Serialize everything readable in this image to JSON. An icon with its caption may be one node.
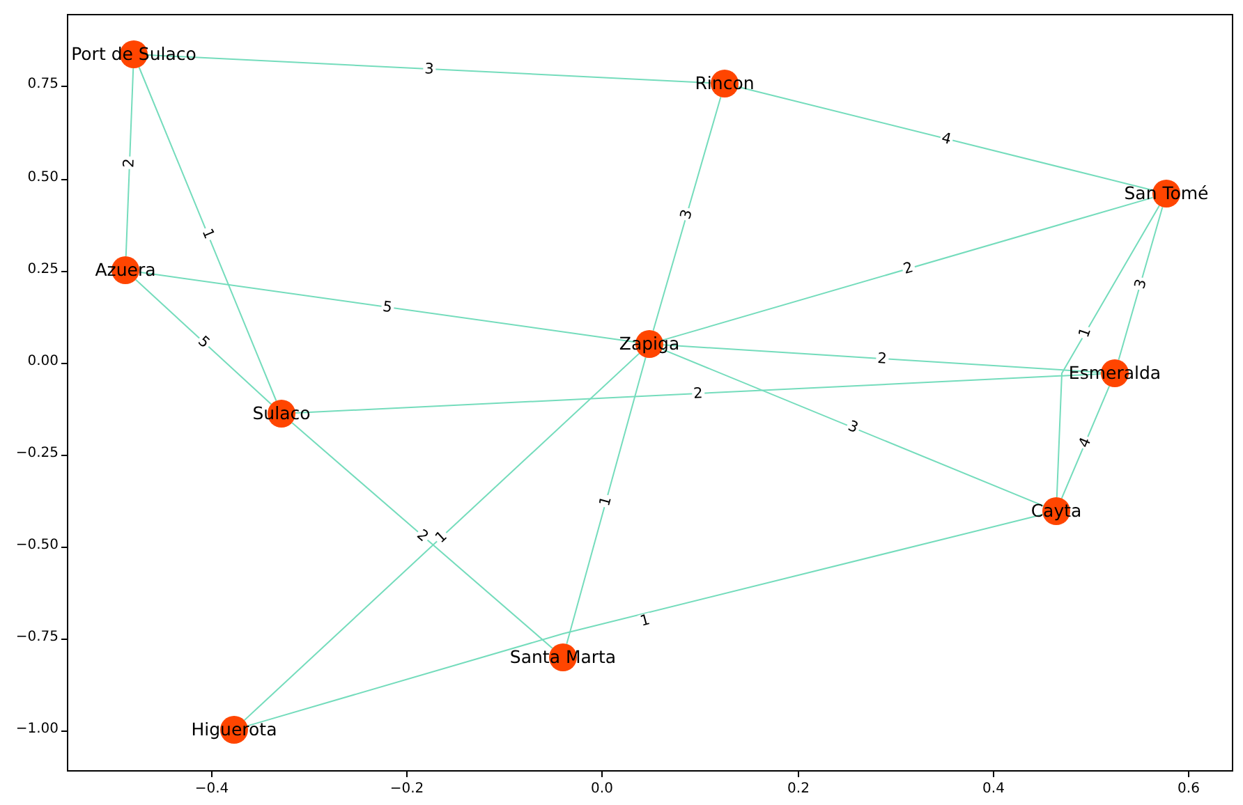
{
  "diagram": {
    "nodes": [
      {
        "text": [
          "Port de Sulaco"
        ]
      },
      {
        "text": [
          "Rincon"
        ]
      },
      {
        "text": [
          "San Tomé"
        ]
      },
      {
        "text": [
          "Azuera"
        ]
      },
      {
        "text": [
          "Zapiga"
        ]
      },
      {
        "text": [
          "Esmeralda"
        ]
      },
      {
        "text": [
          "Sulaco"
        ]
      },
      {
        "text": [
          "Cayta"
        ]
      },
      {
        "text": [
          "Santa Marta"
        ]
      },
      {
        "text": [
          "Higuerota"
        ]
      }
    ],
    "edges": [
      {
        "from": 0,
        "to": 1,
        "arrow": "none",
        "label": "3"
      },
      {
        "from": 1,
        "to": 2,
        "arrow": "none",
        "label": "4"
      },
      {
        "from": 0,
        "to": 3,
        "arrow": "none",
        "label": "2"
      },
      {
        "from": 0,
        "to": 6,
        "arrow": "none",
        "label": "1"
      },
      {
        "from": 1,
        "to": 4,
        "arrow": "none",
        "label": "3"
      },
      {
        "from": 4,
        "to": 2,
        "arrow": "none",
        "label": "2"
      },
      {
        "from": 3,
        "to": 4,
        "arrow": "none",
        "label": "5"
      },
      {
        "from": 4,
        "to": 5,
        "arrow": "none",
        "label": "2"
      },
      {
        "from": 3,
        "to": 6,
        "arrow": "none",
        "label": "5"
      },
      {
        "from": 6,
        "to": 5,
        "arrow": "none",
        "label": "2"
      },
      {
        "from": 4,
        "to": 7,
        "arrow": "none",
        "label": "3"
      },
      {
        "from": 2,
        "to": 7,
        "arrow": "none",
        "label": "1"
      },
      {
        "from": 2,
        "to": 5,
        "arrow": "none",
        "label": "3"
      },
      {
        "from": 5,
        "to": 7,
        "arrow": "none",
        "label": "4"
      },
      {
        "from": 6,
        "to": 8,
        "arrow": "none",
        "label": "2"
      },
      {
        "from": 4,
        "to": 9,
        "arrow": "none",
        "label": "1"
      },
      {
        "from": 4,
        "to": 8,
        "arrow": "none",
        "label": "1"
      },
      {
        "from": 9,
        "to": 7,
        "arrow": "none",
        "label": "1"
      }
    ],
    "labels": [
      "0.75",
      "0.50",
      "0.25",
      "0.00",
      "−0.25",
      "−0.50",
      "−0.75",
      "−1.00",
      "−0.4",
      "−0.2",
      "0.0",
      "0.2",
      "0.4",
      "0.6"
    ]
  }
}
